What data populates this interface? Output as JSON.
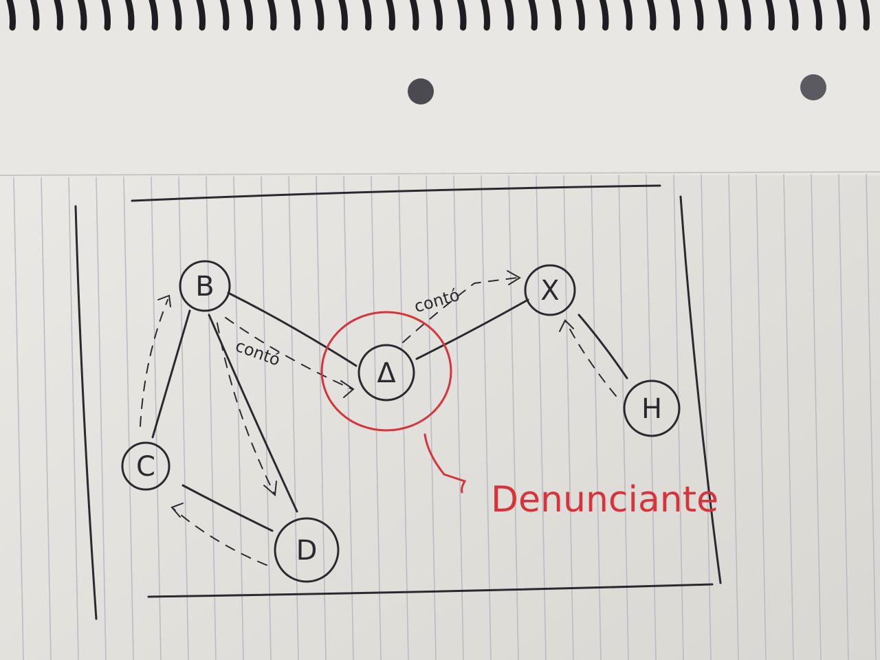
{
  "nodes": [
    {
      "id": "B",
      "label": "B"
    },
    {
      "id": "C",
      "label": "C"
    },
    {
      "id": "D",
      "label": "D"
    },
    {
      "id": "A",
      "label": "Δ"
    },
    {
      "id": "X",
      "label": "X"
    },
    {
      "id": "H",
      "label": "H"
    }
  ],
  "edges": [
    {
      "from": "B",
      "to": "A",
      "style": "solid"
    },
    {
      "from": "B",
      "to": "C",
      "style": "solid"
    },
    {
      "from": "B",
      "to": "D",
      "style": "solid"
    },
    {
      "from": "C",
      "to": "D",
      "style": "solid"
    },
    {
      "from": "A",
      "to": "X",
      "style": "solid"
    },
    {
      "from": "X",
      "to": "H",
      "style": "solid"
    },
    {
      "from": "B",
      "to": "A",
      "style": "dashed-arrow",
      "label": "contó"
    },
    {
      "from": "A",
      "to": "X",
      "style": "dashed-arrow",
      "label": "contó"
    },
    {
      "from": "C",
      "to": "B",
      "style": "dashed-arrow"
    },
    {
      "from": "B",
      "to": "D",
      "style": "dashed-arrow"
    },
    {
      "from": "D",
      "to": "C",
      "style": "dashed-arrow"
    },
    {
      "from": "H",
      "to": "X",
      "style": "dashed-arrow"
    }
  ],
  "edge_labels": {
    "b_to_a": "contó",
    "a_to_x": "contó"
  },
  "annotation": {
    "text": "Denunciante",
    "target": "A",
    "color": "#d8323a"
  },
  "colors": {
    "ink": "#2a2a2e",
    "red_ink": "#d8323a",
    "paper": "#e6e4df",
    "rule_line": "#b9b9c0"
  }
}
